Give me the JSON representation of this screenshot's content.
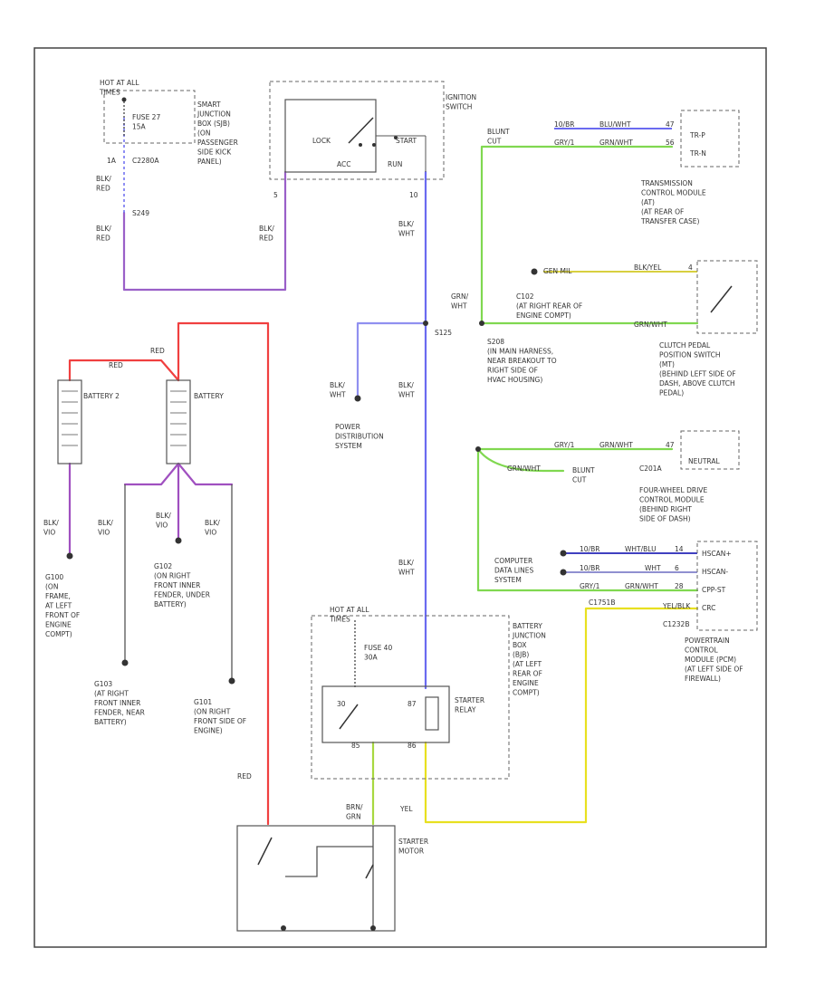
{
  "diagram_id": "260256",
  "labels": {
    "hot_at_all_times_top": [
      "HOT AT ALL",
      "TIMES"
    ],
    "fuse27": [
      "FUSE 27",
      "15A"
    ],
    "smart_jb": [
      "SMART",
      "JUNCTION",
      "BOX (SJB)",
      "(ON",
      "PASSENGER",
      "SIDE KICK",
      "PANEL)"
    ],
    "w_c2280a_left": "1A",
    "c2280a": "C2280A",
    "w_blk_red_1": [
      "BLK/",
      "RED"
    ],
    "s249": "S249",
    "w_blk_red_2": [
      "BLK/",
      "RED"
    ],
    "w_blk_red_3": [
      "BLK/",
      "RED"
    ],
    "ignition_switch": [
      "IGNITION",
      "SWITCH"
    ],
    "lock": "LOCK",
    "start": "START",
    "acc": "ACC",
    "run": "RUN",
    "pin5": "5",
    "pin10": "10",
    "w_blk_wht_1": [
      "BLK/",
      "WHT"
    ],
    "s125": "S125",
    "s208": [
      "S208",
      "(IN MAIN HARNESS,",
      "NEAR BREAKOUT TO",
      "RIGHT SIDE OF",
      "HVAC HOUSING)"
    ],
    "w_blk_wht_2": [
      "BLK/",
      "WHT"
    ],
    "w_blk_wht_3": [
      "BLK/",
      "WHT"
    ],
    "w_blk_wht_4": [
      "BLK/",
      "WHT"
    ],
    "power_dist": [
      "POWER",
      "DISTRIBUTION",
      "SYSTEM"
    ],
    "blunt_cut_1": [
      "BLUNT",
      "CUT"
    ],
    "tcm_w1": [
      "10/BR",
      "BLU/WHT",
      "47"
    ],
    "tcm_w2": [
      "GRY/1",
      "GRN/WHT",
      "56"
    ],
    "tr_p": "TR-P",
    "tr_n": "TR-N",
    "tcm": [
      "TRANSMISSION",
      "CONTROL MODULE",
      "(AT)",
      "(AT REAR OF",
      "TRANSFER CASE)"
    ],
    "gen_mil": "GEN MIL",
    "c102": [
      "C102",
      "(AT RIGHT REAR OF",
      "ENGINE COMPT)"
    ],
    "w_blk_yel": [
      "BLK/YEL",
      "4"
    ],
    "w_grn_wht_1": "GRN/WHT",
    "w_grn_wht_2": [
      "GRN/",
      "WHT"
    ],
    "clutch": [
      "CLUTCH PEDAL",
      "POSITION SWITCH",
      "(MT)",
      "(BEHIND LEFT SIDE OF",
      "DASH, ABOVE CLUTCH",
      "PEDAL)"
    ],
    "red_1": "RED",
    "red_2": "RED",
    "red_3": "RED",
    "battery2": "BATTERY 2",
    "battery": "BATTERY",
    "w_blk_vio_1": [
      "BLK/",
      "VIO"
    ],
    "w_blk_vio_2": [
      "BLK/",
      "VIO"
    ],
    "w_blk_vio_3": [
      "BLK/",
      "VIO"
    ],
    "w_blk_vio_4": [
      "BLK/",
      "VIO"
    ],
    "g100": [
      "G100",
      "(ON",
      "FRAME,",
      "AT LEFT",
      "FRONT OF",
      "ENGINE",
      "COMPT)"
    ],
    "g102": [
      "G102",
      "(ON RIGHT",
      "FRONT INNER",
      "FENDER, UNDER",
      "BATTERY)"
    ],
    "g103": [
      "G103",
      "(AT RIGHT",
      "FRONT INNER",
      "FENDER, NEAR",
      "BATTERY)"
    ],
    "g101": [
      "G101",
      "(ON RIGHT",
      "FRONT SIDE OF",
      "ENGINE)"
    ],
    "w_4wd_1": [
      "GRY/1",
      "GRN/WHT",
      "47"
    ],
    "neutral": "NEUTRAL",
    "w_4wd_2": "GRN/WHT",
    "blunt_cut_2": [
      "BLUNT",
      "CUT"
    ],
    "c201a": "C201A",
    "fourwd": [
      "FOUR-WHEEL DRIVE",
      "CONTROL MODULE",
      "(BEHIND RIGHT",
      "SIDE OF DASH)"
    ],
    "w_can1": [
      "10/BR",
      "WHT/BLU",
      "14"
    ],
    "w_can2": [
      "10/BR",
      "WHT",
      "6"
    ],
    "w_can3": [
      "GRY/1",
      "GRN/WHT",
      "28"
    ],
    "data_lines": [
      "COMPUTER",
      "DATA LINES",
      "SYSTEM"
    ],
    "hscan_plus": "HSCAN+",
    "hscan_minus": "HSCAN-",
    "cpp_st": "CPP-ST",
    "crc": "CRC",
    "c175b": "C1751B",
    "c1232b": "C1232B",
    "pcm": [
      "POWERTRAIN",
      "CONTROL",
      "MODULE (PCM)",
      "(AT LEFT SIDE OF",
      "FIREWALL)"
    ],
    "yel_blk": "YEL/BLK",
    "hot_at_all_times_bjb": [
      "HOT AT ALL",
      "TIMES"
    ],
    "fuse40": [
      "FUSE 40",
      "30A"
    ],
    "bjb": [
      "BATTERY",
      "JUNCTION",
      "BOX",
      "(BJB)",
      "(AT LEFT",
      "REAR OF",
      "ENGINE",
      "COMPT)"
    ],
    "starter_relay": [
      "STARTER",
      "RELAY"
    ],
    "r30": "30",
    "r87": "87",
    "r85": "85",
    "r86": "86",
    "w_brn_grn": [
      "BRN/",
      "GRN"
    ],
    "yel": "YEL",
    "starter_motor": [
      "STARTER",
      "MOTOR"
    ]
  },
  "colors": {
    "red": "#f04040",
    "purple": "#9a60c8",
    "violet": "#a050c0",
    "blue": "#6a6af0",
    "green": "#80d850",
    "yellow": "#e8e020",
    "gray": "#707070",
    "dark_blue": "#4040c0"
  }
}
